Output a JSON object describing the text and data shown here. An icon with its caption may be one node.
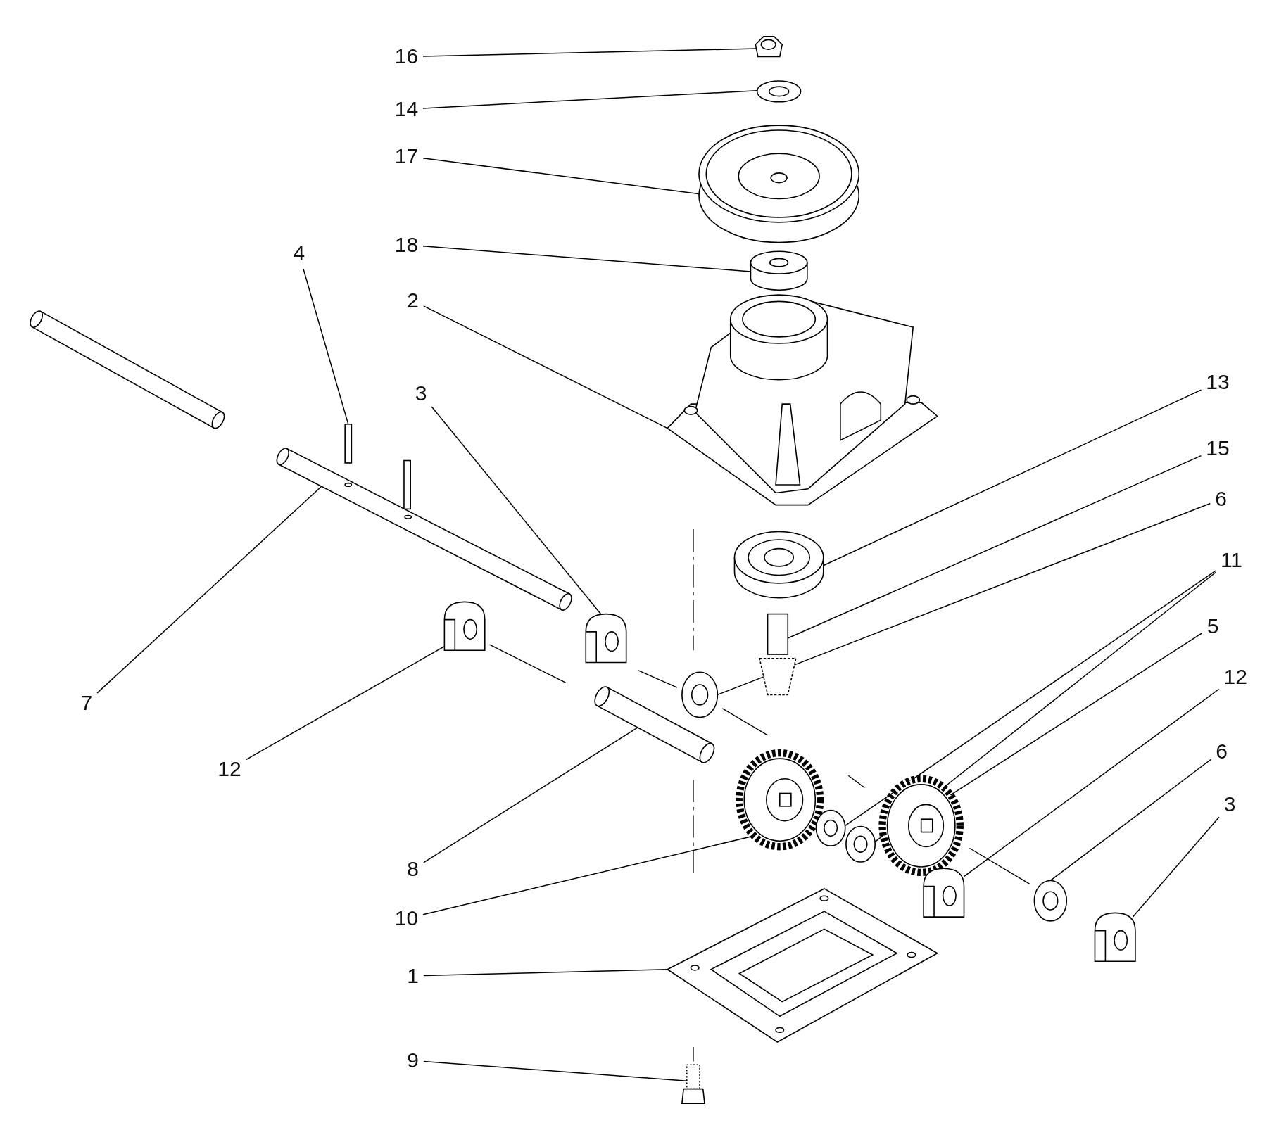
{
  "diagram": {
    "nodes": [
      {
        "text": [
          "16"
        ]
      },
      {
        "text": [
          "14"
        ]
      },
      {
        "text": [
          "17"
        ]
      },
      {
        "text": [
          "18"
        ]
      },
      {
        "text": [
          "4"
        ]
      },
      {
        "text": [
          "2"
        ]
      },
      {
        "text": [
          "13"
        ]
      },
      {
        "text": [
          "3"
        ]
      },
      {
        "text": [
          "15"
        ]
      },
      {
        "text": [
          "6"
        ]
      },
      {
        "text": [
          "11"
        ]
      },
      {
        "text": [
          "5"
        ]
      },
      {
        "text": [
          "12"
        ]
      },
      {
        "text": [
          "7"
        ]
      },
      {
        "text": [
          "6"
        ]
      },
      {
        "text": [
          "12"
        ]
      },
      {
        "text": [
          "3"
        ]
      },
      {
        "text": [
          "8"
        ]
      },
      {
        "text": [
          "10"
        ]
      },
      {
        "text": [
          "1"
        ]
      },
      {
        "text": [
          "9"
        ]
      },
      {
        "text": [],
        "shape": "picture"
      },
      {
        "text": [],
        "shape": "picture"
      },
      {
        "text": [],
        "shape": "picture"
      },
      {
        "text": [],
        "shape": "cylinder"
      },
      {
        "text": [],
        "shape": "picture"
      },
      {
        "text": [],
        "shape": "bar"
      },
      {
        "text": [],
        "shape": "picture"
      },
      {
        "text": [],
        "shape": "picture"
      },
      {
        "text": [],
        "shape": "picture"
      },
      {
        "text": [],
        "shape": "picture"
      },
      {
        "text": [],
        "shape": "picture"
      },
      {
        "text": [],
        "shape": "picture"
      },
      {
        "text": [],
        "shape": "picture"
      },
      {
        "text": [],
        "shape": "picture"
      },
      {
        "text": [],
        "shape": "picture"
      },
      {
        "text": [],
        "shape": "picture"
      },
      {
        "text": [],
        "shape": "picture"
      },
      {
        "text": [],
        "shape": "picture"
      },
      {
        "text": [],
        "shape": "picture"
      },
      {
        "text": [],
        "shape": "picture"
      },
      {
        "text": [],
        "shape": "picture"
      },
      {
        "text": [],
        "shape": "picture"
      }
    ],
    "edges": [
      {
        "from": 0,
        "to": 21,
        "arrow": "none"
      },
      {
        "from": 1,
        "to": 22,
        "arrow": "none"
      },
      {
        "from": 2,
        "to": 23,
        "arrow": "none"
      },
      {
        "from": 3,
        "to": 24,
        "arrow": "none"
      },
      {
        "from": 4,
        "to": 26,
        "arrow": "none"
      },
      {
        "from": 5,
        "to": 25,
        "arrow": "none"
      },
      {
        "from": 6,
        "to": 27,
        "arrow": "none"
      },
      {
        "from": 7,
        "to": 28,
        "arrow": "none"
      },
      {
        "from": 8,
        "to": 30,
        "arrow": "none"
      },
      {
        "from": 9,
        "to": 31,
        "arrow": "none"
      },
      {
        "from": 10,
        "to": 35,
        "arrow": "none"
      },
      {
        "from": 10,
        "to": 36,
        "arrow": "none"
      },
      {
        "from": 11,
        "to": 37,
        "arrow": "none"
      },
      {
        "from": 12,
        "to": 38,
        "arrow": "none"
      },
      {
        "from": 13,
        "to": 29,
        "arrow": "none"
      },
      {
        "from": 14,
        "to": 39,
        "arrow": "none"
      },
      {
        "from": 15,
        "to": 32,
        "arrow": "none"
      },
      {
        "from": 16,
        "to": 40,
        "arrow": "none"
      },
      {
        "from": 17,
        "to": 33,
        "arrow": "none"
      },
      {
        "from": 18,
        "to": 34,
        "arrow": "none"
      },
      {
        "from": 19,
        "to": 41,
        "arrow": "none"
      },
      {
        "from": 20,
        "to": 42,
        "arrow": "none"
      }
    ]
  }
}
